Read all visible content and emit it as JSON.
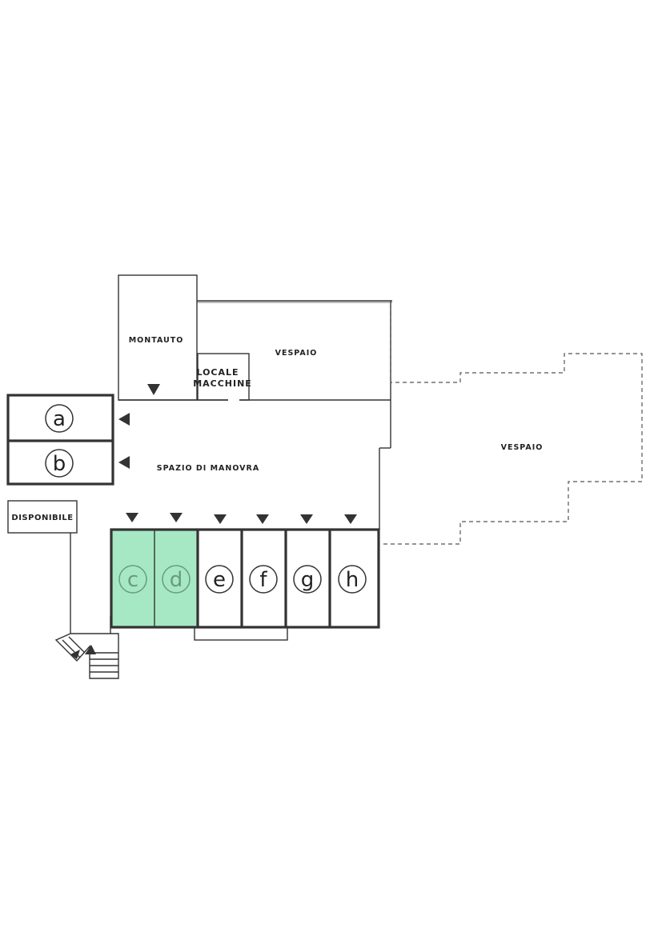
{
  "labels": {
    "montauto": "MONTAUTO",
    "locale_1": "LOCALE",
    "locale_2": "MACCHINE",
    "vespaio_top": "VESPAIO",
    "vespaio_right": "VESPAIO",
    "spazio": "SPAZIO DI MANOVRA",
    "disponibile": "DISPONIBILE"
  },
  "garages": [
    {
      "letter": "a",
      "highlighted": false
    },
    {
      "letter": "b",
      "highlighted": false
    },
    {
      "letter": "c",
      "highlighted": true
    },
    {
      "letter": "d",
      "highlighted": true
    },
    {
      "letter": "e",
      "highlighted": false
    },
    {
      "letter": "f",
      "highlighted": false
    },
    {
      "letter": "g",
      "highlighted": false
    },
    {
      "letter": "h",
      "highlighted": false
    }
  ],
  "colors": {
    "highlight_fill": "#a6e8c4",
    "highlight_text": "#6a9a80",
    "line": "#333333"
  }
}
